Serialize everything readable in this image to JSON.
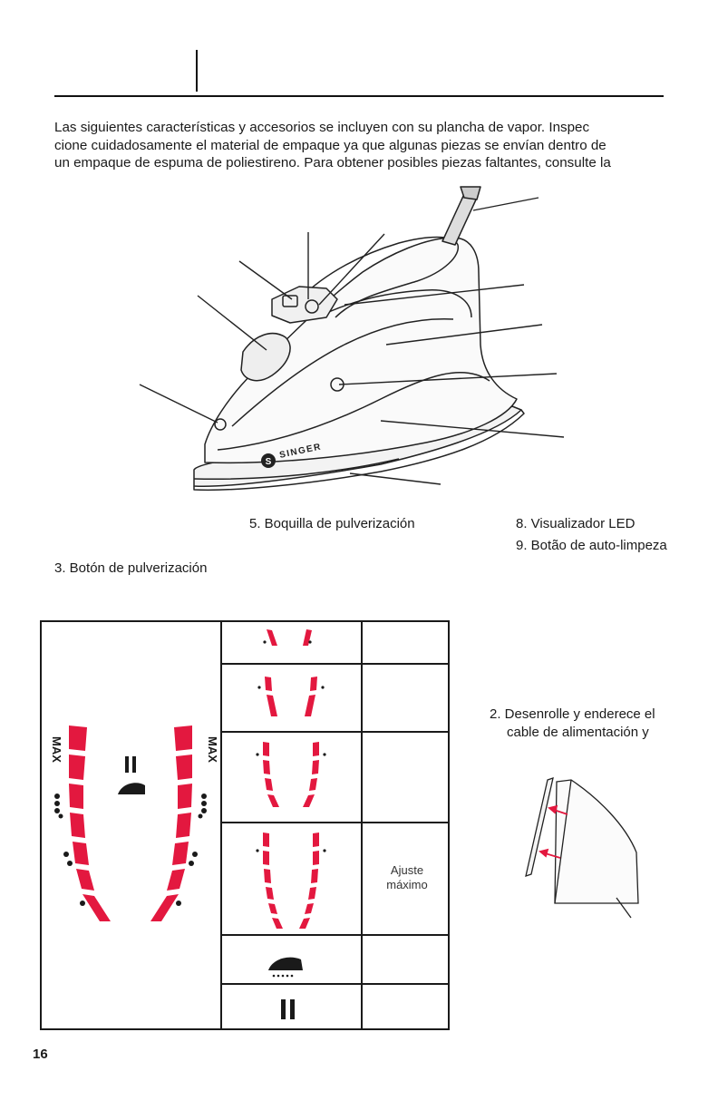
{
  "intro": {
    "line1": "Las siguientes características y accesorios se incluyen con su plancha de vapor. Inspec",
    "line2": "cione cuidadosamente el material de empaque ya que algunas piezas se envían dentro de",
    "line3": "un empaque de espuma de poliestireno. Para obtener posibles piezas faltantes, consulte la"
  },
  "iron": {
    "brand": "SINGER",
    "brand_logo": "S"
  },
  "parts": {
    "p5": "5. Boquilla de pulverización",
    "p8": "8. Visualizador LED",
    "p9": "9. Botão de auto-limpeza",
    "p3": "3. Botón de pulverización"
  },
  "table": {
    "max_label": "MAX",
    "max_setting_line1": "Ajuste",
    "max_setting_line2": "máximo"
  },
  "step2": {
    "line1": "2. Desenrolle y enderece el",
    "line2": "cable de alimentación y"
  },
  "page_number": "16",
  "colors": {
    "accent": "#e3183f",
    "ink": "#1a1a1a"
  }
}
